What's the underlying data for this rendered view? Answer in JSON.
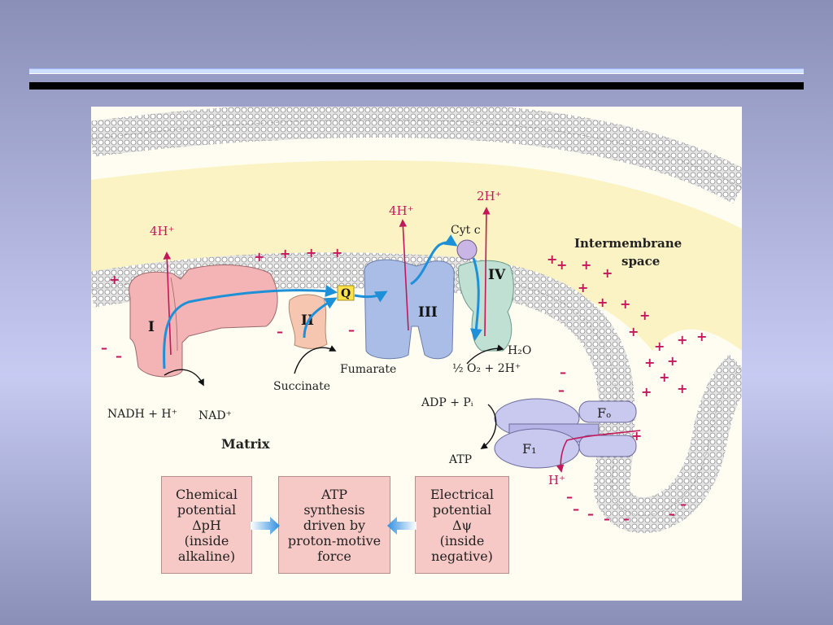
{
  "membrane_complexes": {
    "complex_1": "I",
    "complex_2": "II",
    "complex_3": "III",
    "complex_4": "IV",
    "quinone": "Q",
    "cytochrome": "Cyt c"
  },
  "regions": {
    "intermembrane_line1": "Intermembrane",
    "intermembrane_line2": "space",
    "matrix": "Matrix"
  },
  "protons": {
    "pump_1": "4H⁺",
    "pump_3": "4H⁺",
    "pump_4": "2H⁺",
    "atp_synthase_h": "H⁺"
  },
  "substrates": {
    "nadh": "NADH + H⁺",
    "nad": "NAD⁺",
    "succinate": "Succinate",
    "fumarate": "Fumarate",
    "water": "H₂O",
    "oxygen": "½ O₂ + 2H⁺",
    "adp": "ADP + Pᵢ",
    "atp": "ATP"
  },
  "atp_synthase": {
    "fo": "Fₒ",
    "f1": "F₁"
  },
  "boxes": {
    "chemical": "Chemical\npotential\nΔpH\n(inside\nalkaline)",
    "synthesis": "ATP\nsynthesis\ndriven by\nproton-motive\nforce",
    "electrical": "Electrical\npotential\nΔψ\n(inside\nnegative)"
  },
  "colors": {
    "complex_1": "#f4b4b6",
    "complex_2": "#f6c6b0",
    "complex_3": "#a9bde6",
    "complex_4": "#bfe0d3",
    "proton_arrow": "#c2185b",
    "electron_arrow": "#1e90d8",
    "membrane": "#ffffff",
    "intermembrane_fill": "#fbf3c3",
    "box_fill": "#f7c9c6"
  }
}
